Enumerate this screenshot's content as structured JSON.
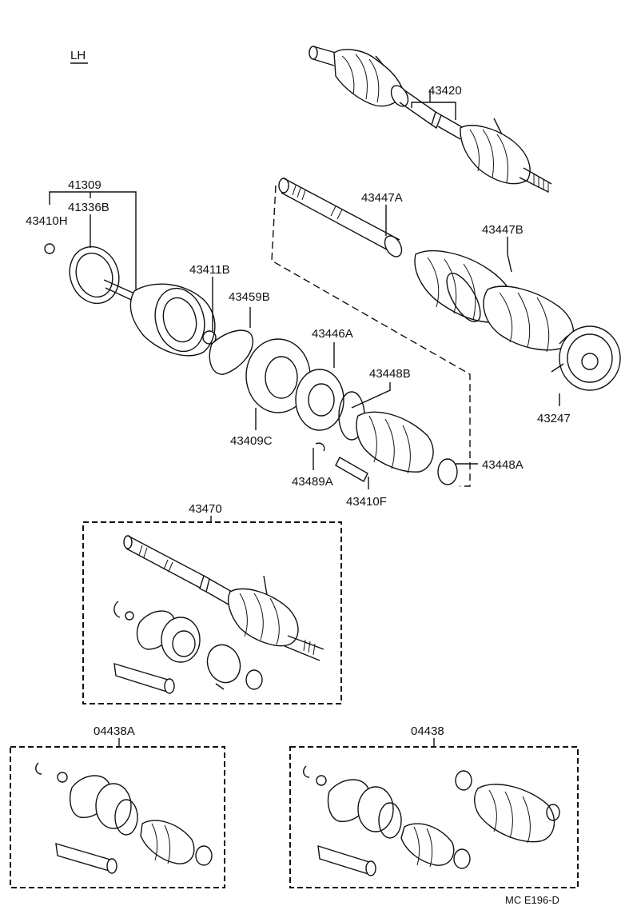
{
  "diagram": {
    "side_label": "LH",
    "footer_code": "MC  E196-D",
    "parts": {
      "p43420": "43420",
      "p43447A": "43447A",
      "p43447B": "43447B",
      "p41309": "41309",
      "p41336B": "41336B",
      "p43410H": "43410H",
      "p43411B": "43411B",
      "p43459B": "43459B",
      "p43446A": "43446A",
      "p43448B": "43448B",
      "p43409C": "43409C",
      "p43489A": "43489A",
      "p43410F": "43410F",
      "p43448A": "43448A",
      "p43247": "43247",
      "p43470": "43470",
      "p04438A": "04438A",
      "p04438": "04438"
    }
  }
}
